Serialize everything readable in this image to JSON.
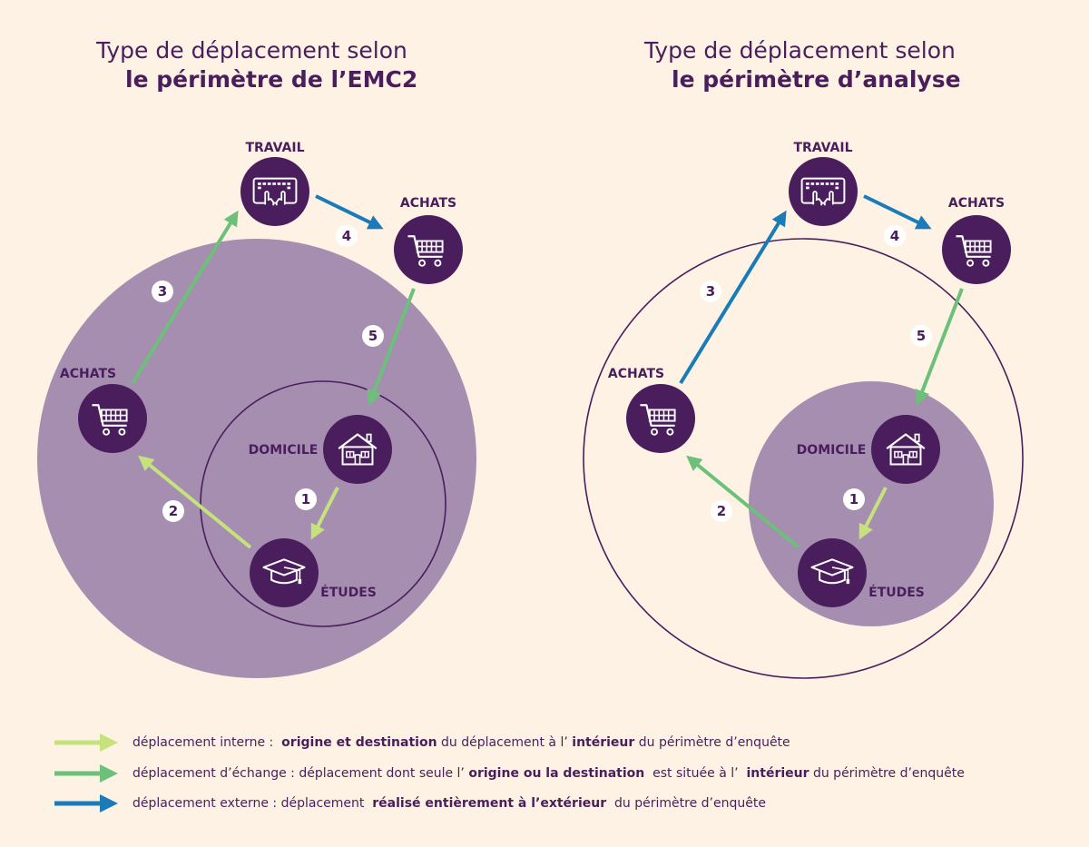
{
  "colors": {
    "background": "#fdf2e4",
    "purple_dark": "#4a1e5c",
    "purple_area": "#a68eb0",
    "internal": "#c5e27d",
    "exchange": "#6cc07a",
    "external": "#1a7bb8"
  },
  "panels": [
    {
      "title_line1": "Type de déplacement selon",
      "title_line2": "le périmètre de l’EMC2",
      "nodes": {
        "travail": "TRAVAIL",
        "achats_top": "ACHATS",
        "achats_left": "ACHATS",
        "domicile": "DOMICILE",
        "etudes": "ÉTUDES"
      },
      "trips": [
        {
          "number": "1",
          "type": "internal"
        },
        {
          "number": "2",
          "type": "internal"
        },
        {
          "number": "3",
          "type": "exchange"
        },
        {
          "number": "4",
          "type": "external"
        },
        {
          "number": "5",
          "type": "exchange"
        }
      ]
    },
    {
      "title_line1": "Type de déplacement selon",
      "title_line2": "le périmètre d’analyse",
      "nodes": {
        "travail": "TRAVAIL",
        "achats_top": "ACHATS",
        "achats_left": "ACHATS",
        "domicile": "DOMICILE",
        "etudes": "ÉTUDES"
      },
      "trips": [
        {
          "number": "1",
          "type": "internal"
        },
        {
          "number": "2",
          "type": "exchange"
        },
        {
          "number": "3",
          "type": "external"
        },
        {
          "number": "4",
          "type": "external"
        },
        {
          "number": "5",
          "type": "exchange"
        }
      ]
    }
  ],
  "legend": [
    {
      "prefix": "déplacement interne :  ",
      "bold1": "origine et destination",
      "mid": " du déplacement à l’ ",
      "bold2": "intérieur",
      "suffix": " du périmètre d’enquête",
      "type": "internal"
    },
    {
      "prefix": "déplacement d’échange : déplacement dont seule l’ ",
      "bold1": "origine ou la destination",
      "mid": "  est située à l’  ",
      "bold2": "intérieur",
      "suffix": " du périmètre d’enquête",
      "type": "exchange"
    },
    {
      "prefix": "déplacement externe : déplacement  ",
      "bold1": "réalisé entièrement à l’extérieur",
      "mid": "  du périmètre d’enquête",
      "bold2": "",
      "suffix": "",
      "type": "external"
    }
  ]
}
